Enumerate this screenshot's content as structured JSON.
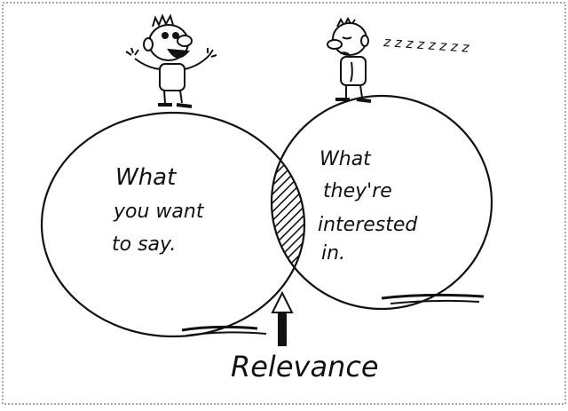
{
  "left_circle": {
    "lines": [
      "What",
      "you want",
      "to say."
    ]
  },
  "right_circle": {
    "lines": [
      "What",
      "they're",
      "interested",
      "in."
    ]
  },
  "sleep_text": "z z z z z z z z",
  "arrow_label": "Relevance",
  "colors": {
    "ink": "#111111",
    "paper": "#ffffff",
    "border": "#8a8a8a"
  }
}
